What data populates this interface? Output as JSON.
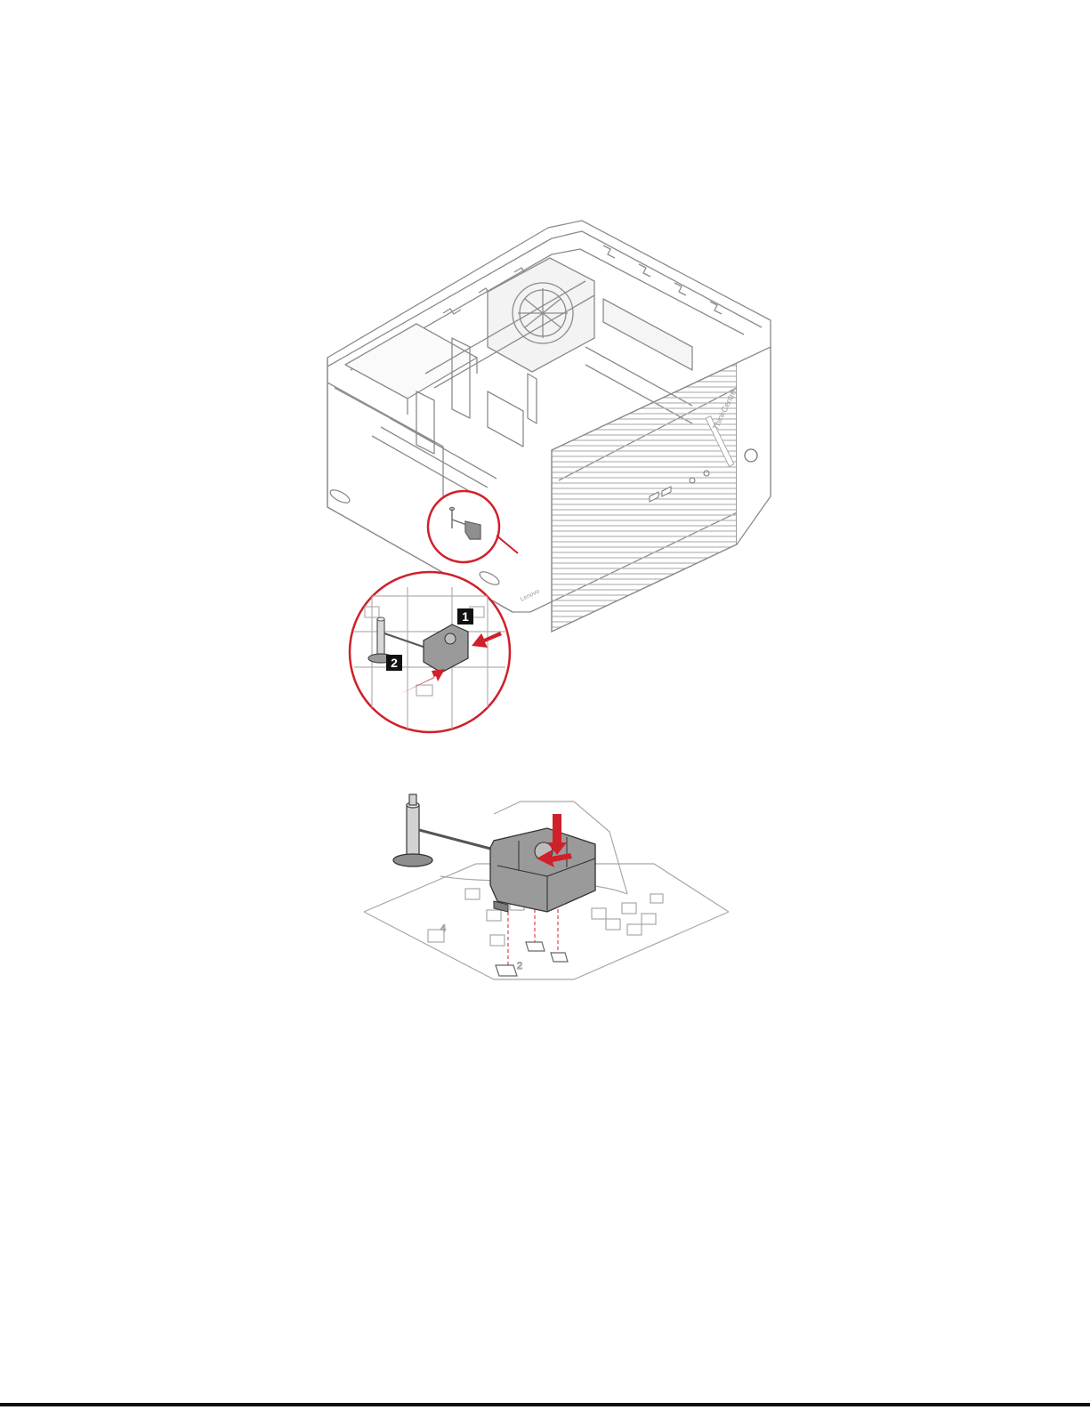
{
  "figure1": {
    "callouts": [
      {
        "number": "1"
      },
      {
        "number": "2"
      }
    ],
    "brand_front": "ThinkCentre",
    "brand_bottom": "Lenovo"
  },
  "figure2": {
    "part_labels": [
      "4",
      "2"
    ]
  },
  "colors": {
    "accent": "#d0202a",
    "part_gray": "#9a9a9a",
    "line": "#7a7a7a"
  }
}
